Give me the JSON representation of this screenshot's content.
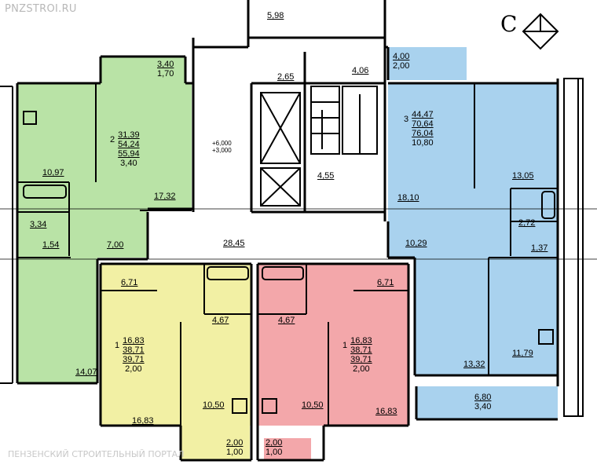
{
  "watermark": {
    "top": "PNZSTROI.RU",
    "bottom": "ПЕНЗЕНСКИЙ СТРОИТЕЛЬНЫЙ ПОРТАЛ"
  },
  "compass": {
    "letter": "С"
  },
  "colors": {
    "apt2": "#b9e3a6",
    "apt3": "#a9d2ee",
    "apt1_left": "#f2f0a4",
    "apt1_right": "#f3a7aa",
    "balcony": "#a9d2ee",
    "wall": "#000000"
  },
  "areas": {
    "top_balcony": "5,98",
    "hall_top_left": "2,65",
    "hall_top_right": "4,06",
    "stair_landing": "4,55",
    "corridor": "28,45",
    "elevation": [
      "+6,000",
      "+3,000"
    ],
    "apt2_balcony": [
      "3,40",
      "1,70"
    ],
    "apt2_kitchen": "10,97",
    "apt2_hall": "17,32",
    "apt2_bath": "3,34",
    "apt2_wc": "1,54",
    "apt2_entry": "7,00",
    "apt2_room": "14,07",
    "apt3_balcony_top": [
      "4,00",
      "2,00"
    ],
    "apt3_room1": "18,10",
    "apt3_room2": "13,05",
    "apt3_bath": "2,72",
    "apt3_hall": "10,29",
    "apt3_wc": "1,37",
    "apt3_room3": "13,32",
    "apt3_kitchen": "11,79",
    "apt3_balcony_bottom": [
      "6,80",
      "3,40"
    ],
    "apt1L_hall": "6,71",
    "apt1L_bath": "4,67",
    "apt1L_kitchen": "10,50",
    "apt1L_room": "16,83",
    "apt1L_balcony": [
      "2,00",
      "1,00"
    ],
    "apt1R_hall": "6,71",
    "apt1R_bath": "4,67",
    "apt1R_kitchen": "10,50",
    "apt1R_room": "16,83",
    "apt1R_balcony": [
      "2,00",
      "1,00"
    ]
  },
  "apartments": {
    "apt2": {
      "rooms": "2",
      "living": "31,39",
      "total": "54,24",
      "total_b": "55,94",
      "balcony": "3,40"
    },
    "apt3": {
      "rooms": "3",
      "living": "44,47",
      "total": "70,64",
      "total_b": "76,04",
      "balcony": "10,80"
    },
    "apt1_left": {
      "rooms": "1",
      "living": "16,83",
      "total": "38,71",
      "total_b": "39,71",
      "balcony": "2,00"
    },
    "apt1_right": {
      "rooms": "1",
      "living": "16,83",
      "total": "38,71",
      "total_b": "39,71",
      "balcony": "2,00"
    }
  }
}
